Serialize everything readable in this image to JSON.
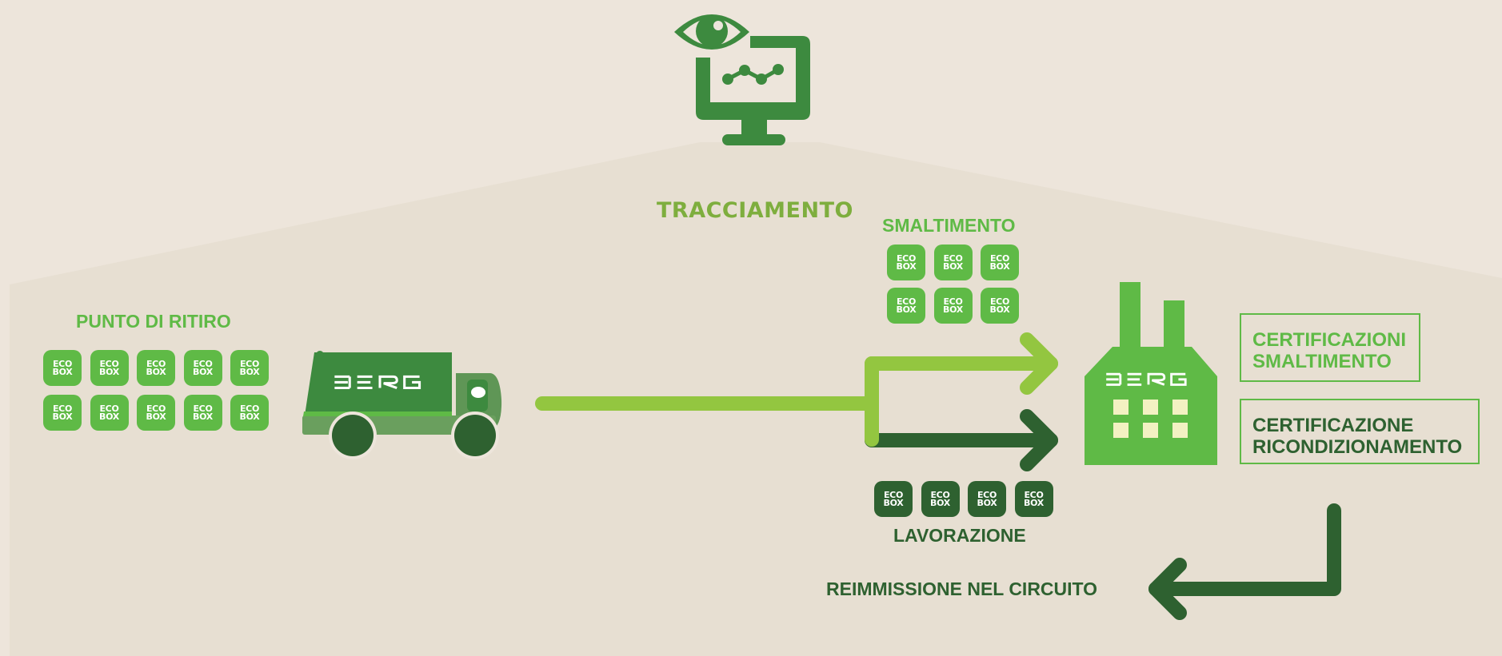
{
  "colors": {
    "background": "#ede5db",
    "house_fill": "#e7dfd2",
    "light_green": "#5fba46",
    "lime": "#93c640",
    "dark_green": "#2e6130",
    "monitor_green": "#3d8a3f",
    "tracking_label": "#7eae3e",
    "factory_window": "#f3f1c2"
  },
  "tracking": {
    "label": "TRACCIAMENTO",
    "icon": "monitor-eye-icon"
  },
  "pickup": {
    "label": "PUNTO DI RITIRO",
    "ecobox_count": 10
  },
  "truck": {
    "brand": "BERG",
    "icon": "truck-icon"
  },
  "disposal": {
    "label": "SMALTIMENTO",
    "ecobox_count": 6
  },
  "processing": {
    "label": "LAVORAZIONE",
    "ecobox_count": 4
  },
  "factory": {
    "brand": "BERG",
    "icon": "factory-icon"
  },
  "certifications": [
    {
      "line1": "CERTIFICAZIONI",
      "line2": "SMALTIMENTO"
    },
    {
      "line1": "CERTIFICAZIONE",
      "line2": "RICONDIZIONAMENTO"
    }
  ],
  "reentry": {
    "label": "REIMMISSIONE NEL CIRCUITO",
    "icon": "return-arrow-icon"
  },
  "ecobox": {
    "line1": "ECO",
    "line2": "BOX"
  }
}
